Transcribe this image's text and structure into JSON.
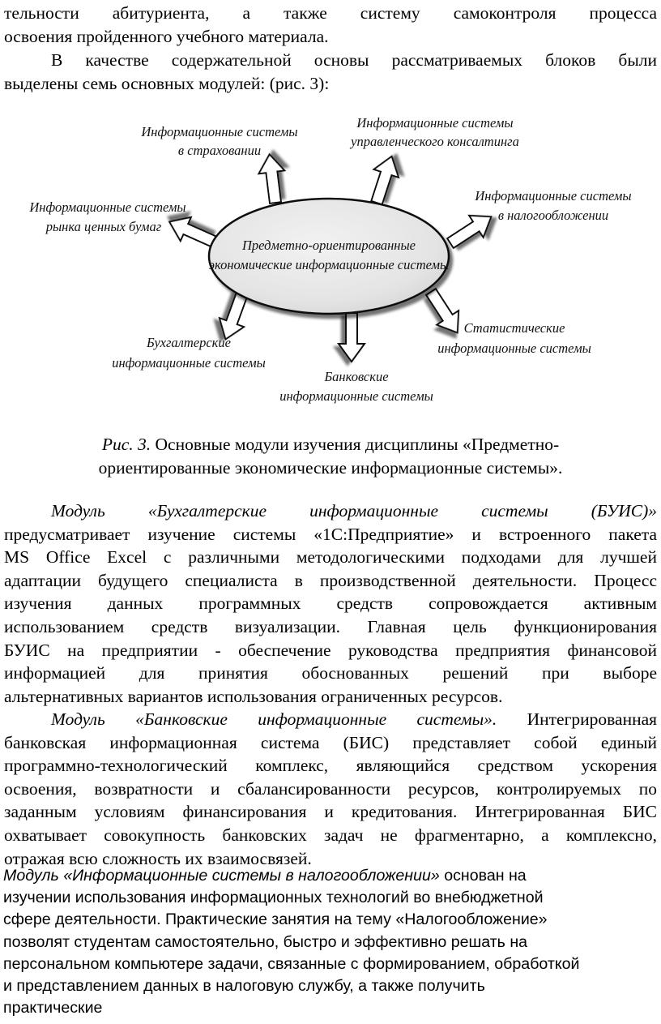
{
  "top_paragraph": {
    "lines": [
      "тельности абитуриента, а также систему самоконтроля процесса",
      "освоения пройденного учебного материала."
    ]
  },
  "intro_paragraph": {
    "lines": [
      "В качестве содержательной основы рассматриваемых блоков были",
      "выделены семь основных модулей: (рис. 3):"
    ]
  },
  "diagram": {
    "center": {
      "line1": "Предметно-ориентированные",
      "line2": "экономические информационные системы"
    },
    "modules": [
      {
        "line1": "Информационные системы",
        "line2": "в страховании"
      },
      {
        "line1": "Информационные системы",
        "line2": "управленческого консалтинга"
      },
      {
        "line1": "Информационные системы",
        "line2": "в налогообложении"
      },
      {
        "line1": "Статистические",
        "line2": "информационные системы"
      },
      {
        "line1": "Банковские",
        "line2": "информационные системы"
      },
      {
        "line1": "Бухгалтерские",
        "line2": "информационные системы"
      },
      {
        "line1": "Информационные системы",
        "line2": "рынка ценных бумаг"
      }
    ]
  },
  "caption": {
    "label": "Рис. 3.",
    "line1": "Основные модули изучения дисциплины «Предметно-",
    "line2": "ориентированные экономические информационные системы»."
  },
  "paragraph_buis": {
    "title": "Модуль «Бухгалтерские информационные системы (БУИС)»",
    "lines": [
      "предусматривает изучение системы «1С:Предприятие» и встроенного пакета",
      "MS Office Excel с различными методологическими подходами для лучшей",
      "адаптации будущего специалиста в производственной деятельности. Процесс",
      "изучения данных программных средств сопровождается активным",
      "использованием средств визуализации. Главная цель функционирования",
      "БУИС на предприятии - обеспечение руководства предприятия финансовой",
      "информацией для принятия обоснованных решений при выборе",
      "альтернативных вариантов использования ограниченных ресурсов."
    ]
  },
  "paragraph_bis": {
    "title": "Модуль «Банковские информационные системы».",
    "first_rest": "Интегрированная",
    "lines": [
      "банковская информационная система (БИС) представляет собой единый",
      "программно-технологический комплекс, являющийся средством ускорения",
      "освоения, возвратности и сбалансированности ресурсов, контролируемых по",
      "заданным условиям финансирования и кредитования. Интегрированная БИС",
      "охватывает совокупность банковских задач не фрагментарно, а комплексно,",
      "отражая всю сложность их взаимосвязей."
    ]
  },
  "paragraph_tax": {
    "title": "Модуль «Информационные системы в налогообложении»",
    "first_rest": " основан на",
    "lines": [
      "изучении использования информационных технологий во внебюджетной",
      "сфере деятельности. Практические занятия на тему «Налогообложение»",
      "позволят студентам самостоятельно, быстро и эффективно решать на",
      "персональном компьютере задачи, связанные с формированием, обработкой",
      "и представлением данных в налоговую службу, а также получить",
      "практические"
    ]
  }
}
